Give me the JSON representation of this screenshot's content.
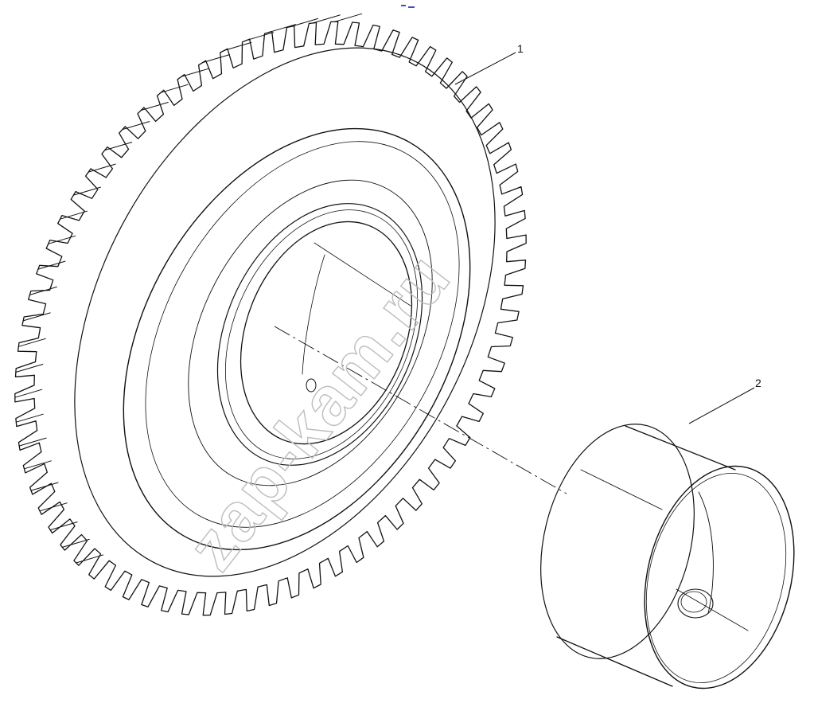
{
  "callouts": [
    {
      "id": "1",
      "label": "1"
    },
    {
      "id": "2",
      "label": "2"
    }
  ],
  "watermark": {
    "text": "zap-kam.ru"
  },
  "colors": {
    "line": "#111111",
    "watermark": "#bdbdbd",
    "mark": "#3a4fd0"
  },
  "gear": {
    "teeth": 72
  }
}
